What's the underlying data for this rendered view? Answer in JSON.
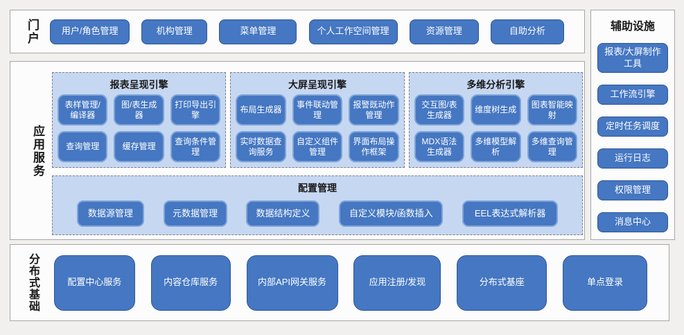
{
  "colors": {
    "page_bg": "#f1f0ee",
    "section_bg": "#fcfcfc",
    "section_border": "#a6a6a6",
    "node_fill": "#4577c2",
    "node_border": "#2f5597",
    "node_text": "#ffffff",
    "panel_fill": "#c6d7f2",
    "panel_dashed_border": "#7f7f7f",
    "inner_node_border": "#7fa4d6"
  },
  "portal": {
    "label": "门户",
    "items": [
      "用户/角色管理",
      "机构管理",
      "菜单管理",
      "个人工作空间管理",
      "资源管理",
      "自助分析"
    ]
  },
  "app_services": {
    "label": "应用服务",
    "engines": [
      {
        "title": "报表呈现引擎",
        "items": [
          "表样管理/编译器",
          "图/表生成器",
          "打印导出引擎",
          "查询管理",
          "缓存管理",
          "查询条件管理"
        ]
      },
      {
        "title": "大屏呈现引擎",
        "items": [
          "布局生成器",
          "事件联动管理",
          "报警既动作管理",
          "实时数据查询服务",
          "自定义组件管理",
          "界面布局操作框架"
        ]
      },
      {
        "title": "多维分析引擎",
        "items": [
          "交互图/表生成器",
          "维度树生成",
          "图表智能映射",
          "MDX语法生成器",
          "多维模型解析",
          "多维查询管理"
        ]
      }
    ],
    "config": {
      "title": "配置管理",
      "items": [
        "数据源管理",
        "元数据管理",
        "数据结构定义",
        "自定义模块/函数插入",
        "EEL表达式解析器"
      ]
    }
  },
  "auxiliary": {
    "title": "辅助设施",
    "items": [
      "报表/大屏制作工具",
      "工作流引擎",
      "定时任务调度",
      "运行日志",
      "权限管理",
      "消息中心"
    ]
  },
  "foundation": {
    "label": "分布式基础",
    "items": [
      "配置中心服务",
      "内容仓库服务",
      "内部API网关服务",
      "应用注册/发现",
      "分布式基座",
      "单点登录"
    ]
  }
}
